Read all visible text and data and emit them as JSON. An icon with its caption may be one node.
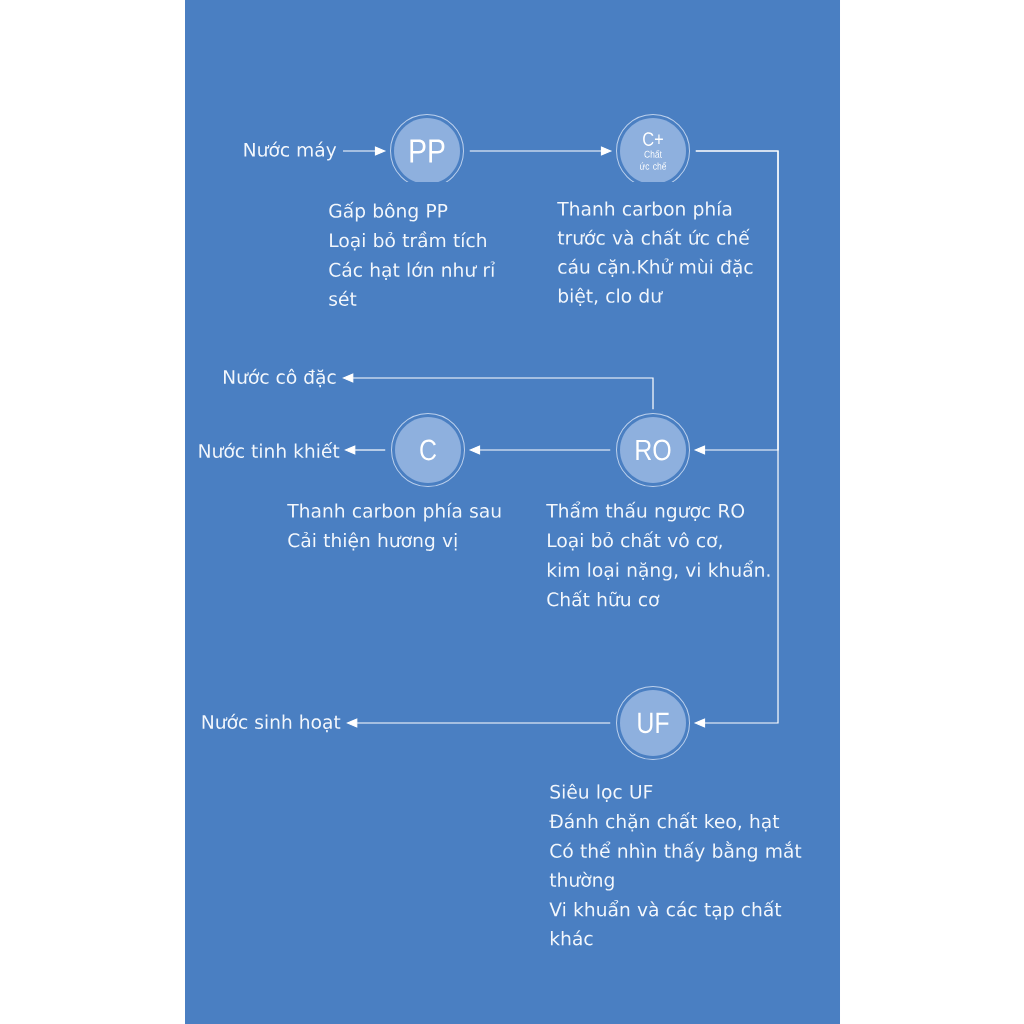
{
  "diagram": {
    "nodes": [
      {
        "text": [
          "Nước máy"
        ]
      },
      {
        "text": [
          "PP"
        ],
        "beside": [
          "Gấp bông PP",
          "Loại bỏ trầm tích",
          "Các hạt lớn như rỉ sét"
        ]
      },
      {
        "text": [
          "C+",
          "Chất ức chế"
        ],
        "beside": [
          "Thanh carbon phía trước và chất ức chế cáu cặn.Khử mùi đặc biệt, clo dư"
        ]
      },
      {
        "text": [
          "Nước cô đặc"
        ]
      },
      {
        "text": [
          "Nước tinh khiết"
        ]
      },
      {
        "text": [
          "C"
        ],
        "beside": [
          "Thanh carbon phía sau",
          "Cải thiện hương vị"
        ]
      },
      {
        "text": [
          "RO"
        ],
        "beside": [
          "Thẩm thấu ngược RO",
          "Loại bỏ chất vô cơ,",
          "kim loại nặng, vi khuẩn.",
          "Chất hữu cơ"
        ]
      },
      {
        "text": [
          "Nước sinh hoạt"
        ]
      },
      {
        "text": [
          "UF"
        ],
        "beside": [
          "Siêu lọc UF",
          "Đánh chặn chất keo, hạt",
          "Có thể nhìn thấy bằng mắt thường",
          "Vi khuẩn và các tạp chất khác"
        ]
      }
    ],
    "edges": [
      {
        "from": 0,
        "to": 1,
        "arrow": "to"
      },
      {
        "from": 1,
        "to": 2,
        "arrow": "to"
      },
      {
        "from": 2,
        "to": 6,
        "arrow": "to"
      },
      {
        "from": 2,
        "to": 8,
        "arrow": "to"
      },
      {
        "from": 6,
        "to": 3,
        "arrow": "to"
      },
      {
        "from": 6,
        "to": 5,
        "arrow": "to"
      },
      {
        "from": 5,
        "to": 4,
        "arrow": "to"
      },
      {
        "from": 8,
        "to": 7,
        "arrow": "to"
      }
    ]
  }
}
